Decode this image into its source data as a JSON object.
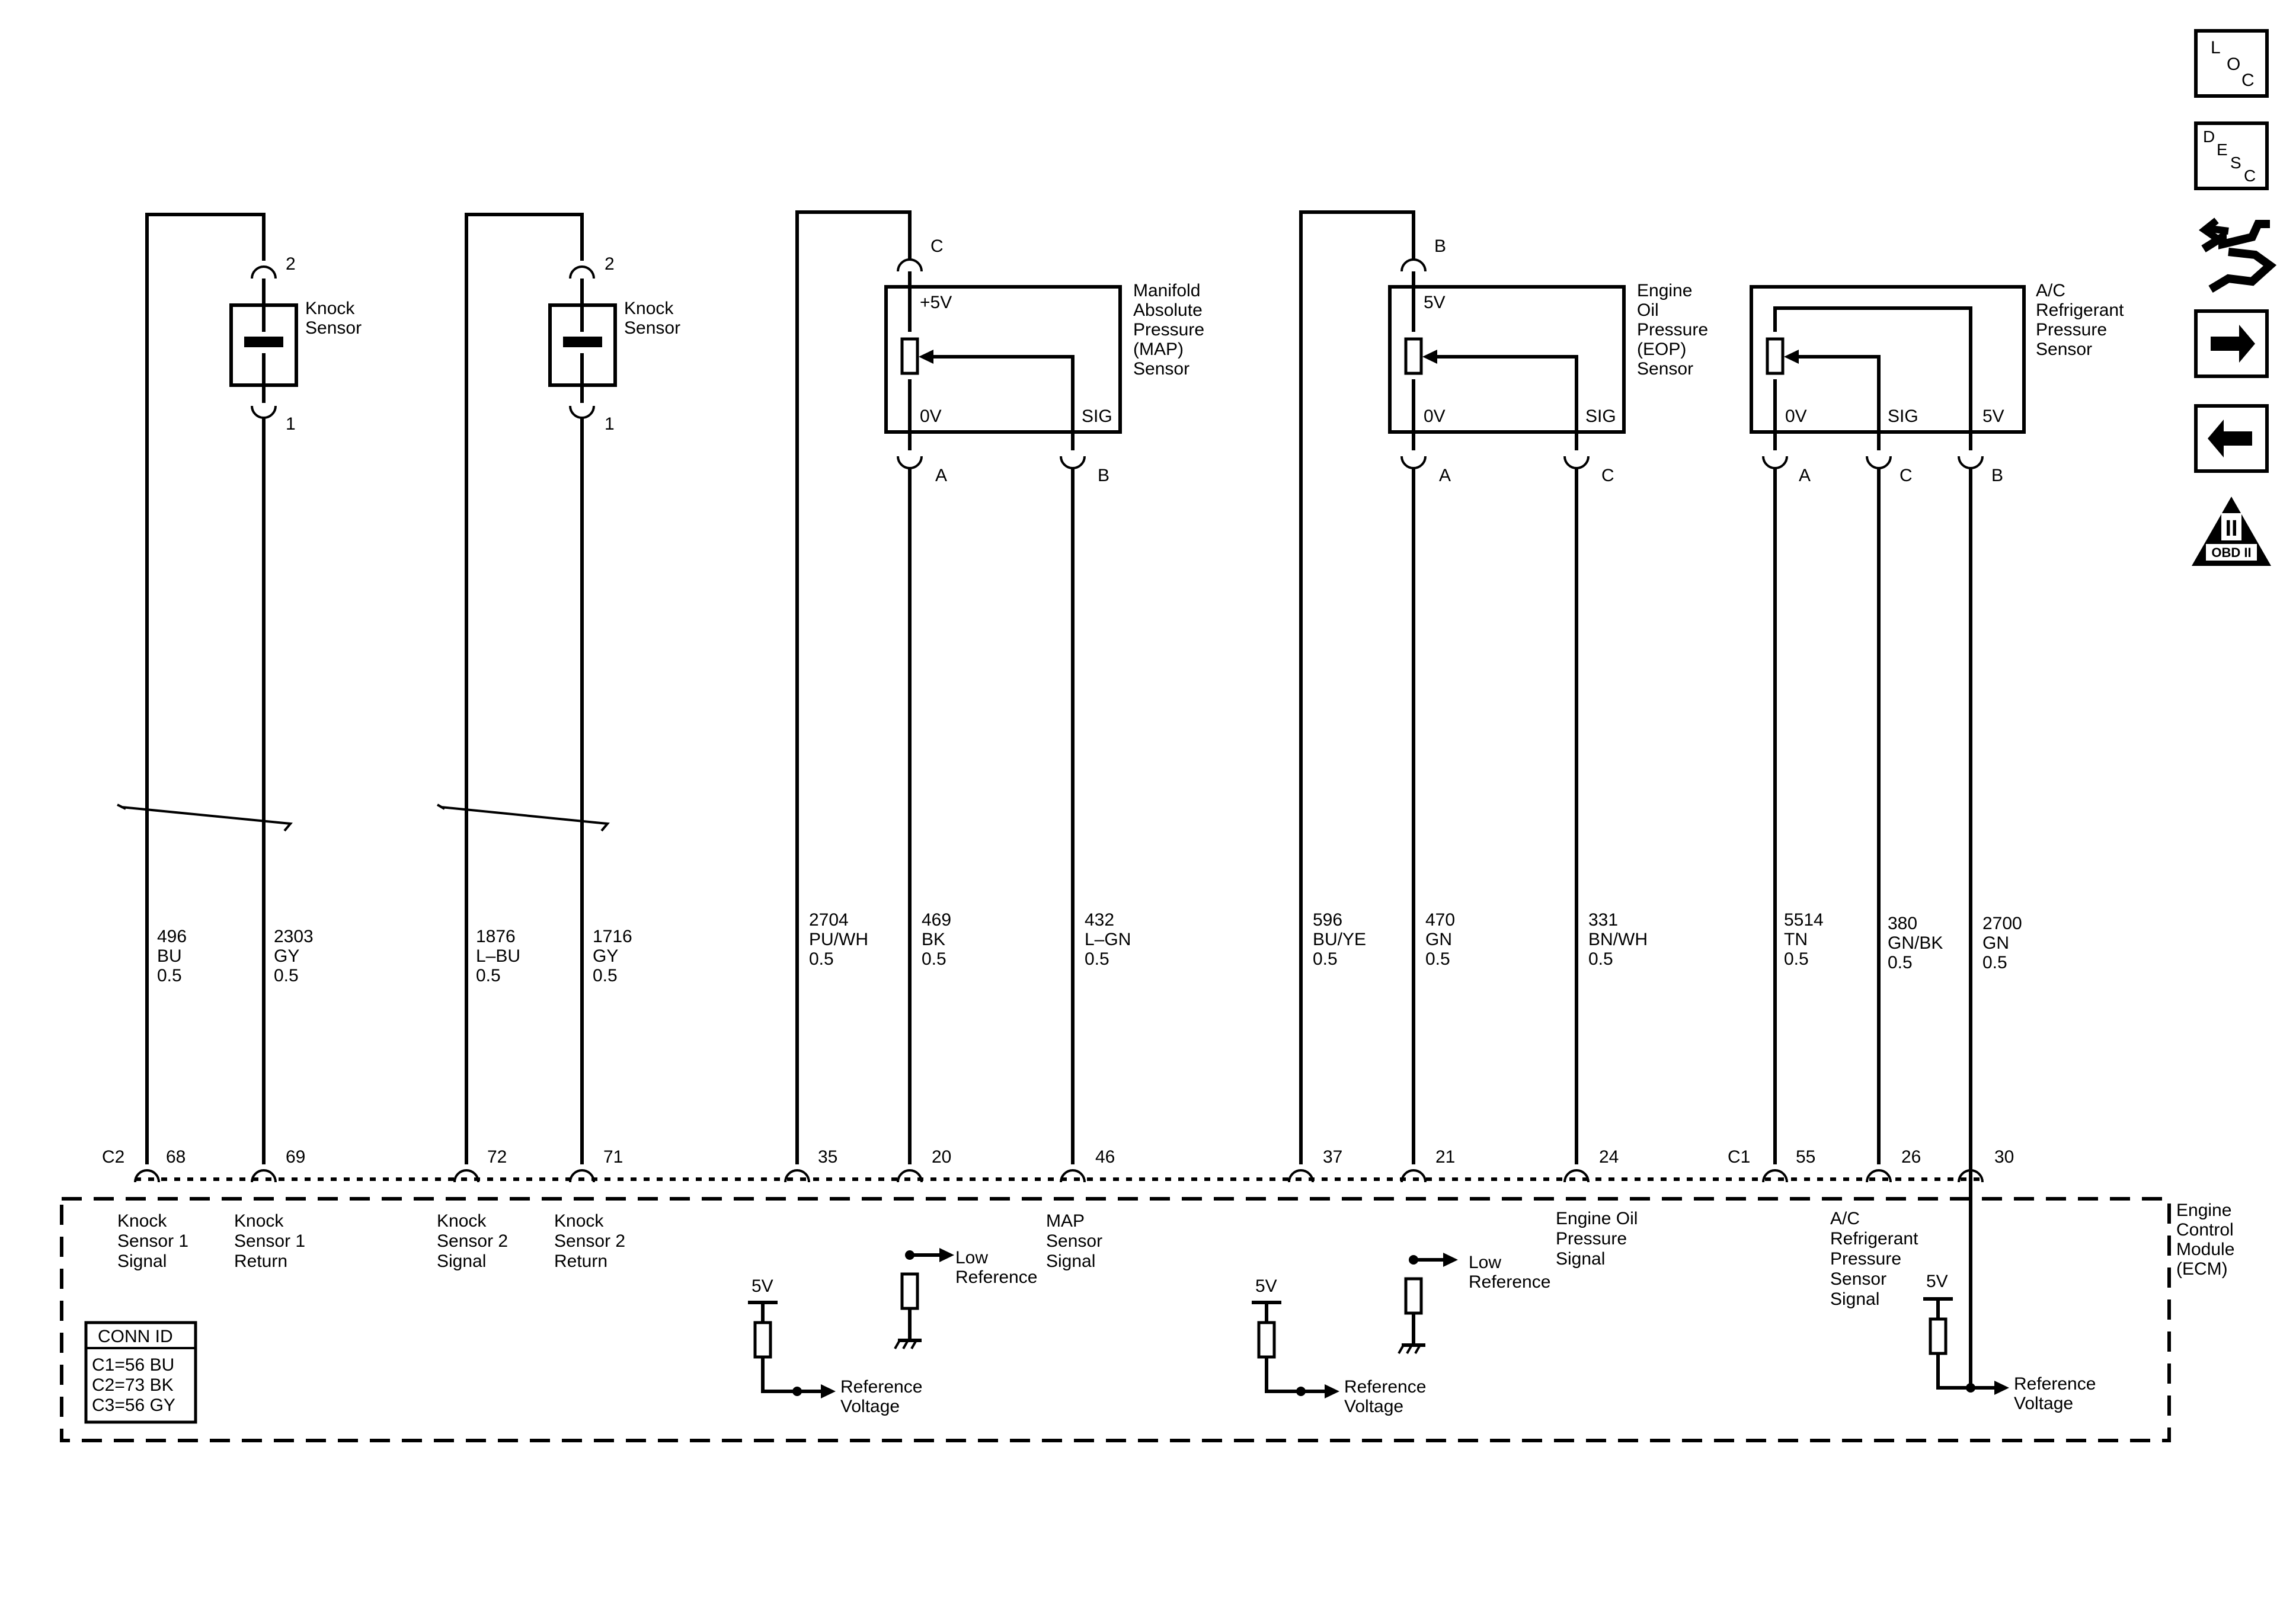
{
  "knock1": {
    "pin_top": "2",
    "pin_bot": "1",
    "label_l1": "Knock",
    "label_l2": "Sensor",
    "wireA": {
      "circuit": "496",
      "color": "BU",
      "gauge": "0.5"
    },
    "wireB": {
      "circuit": "2303",
      "color": "GY",
      "gauge": "0.5"
    }
  },
  "knock2": {
    "pin_top": "2",
    "pin_bot": "1",
    "label_l1": "Knock",
    "label_l2": "Sensor",
    "wireA": {
      "circuit": "1876",
      "color": "L–BU",
      "gauge": "0.5"
    },
    "wireB": {
      "circuit": "1716",
      "color": "GY",
      "gauge": "0.5"
    }
  },
  "map": {
    "name": [
      "Manifold",
      "Absolute",
      "Pressure",
      "(MAP)",
      "Sensor"
    ],
    "pin_top": "C",
    "pin_a": "A",
    "pin_b": "B",
    "v_label": "+5V",
    "zero_label": "0V",
    "sig_label": "SIG",
    "wire_ref": {
      "circuit": "2704",
      "color": "PU/WH",
      "gauge": "0.5"
    },
    "wire_low": {
      "circuit": "469",
      "color": "BK",
      "gauge": "0.5"
    },
    "wire_sig": {
      "circuit": "432",
      "color": "L–GN",
      "gauge": "0.5"
    }
  },
  "eop": {
    "name": [
      "Engine",
      "Oil",
      "Pressure",
      "(EOP)",
      "Sensor"
    ],
    "pin_top": "B",
    "pin_a": "A",
    "pin_c": "C",
    "v_label": "5V",
    "zero_label": "0V",
    "sig_label": "SIG",
    "wire_ref": {
      "circuit": "596",
      "color": "BU/YE",
      "gauge": "0.5"
    },
    "wire_low": {
      "circuit": "470",
      "color": "GN",
      "gauge": "0.5"
    },
    "wire_sig": {
      "circuit": "331",
      "color": "BN/WH",
      "gauge": "0.5"
    }
  },
  "ac": {
    "name": [
      "A/C",
      "Refrigerant",
      "Pressure",
      "Sensor"
    ],
    "pin_a": "A",
    "pin_c": "C",
    "pin_b": "B",
    "zero_label": "0V",
    "sig_label": "SIG",
    "v_label": "5V",
    "wire_low": {
      "circuit": "5514",
      "color": "TN",
      "gauge": "0.5"
    },
    "wire_sig": {
      "circuit": "380",
      "color": "GN/BK",
      "gauge": "0.5"
    },
    "wire_ref": {
      "circuit": "2700",
      "color": "GN",
      "gauge": "0.5"
    }
  },
  "ecm": {
    "name": [
      "Engine",
      "Control",
      "Module",
      "(ECM)"
    ],
    "connector_c2": "C2",
    "connector_c1": "C1",
    "pins": [
      "68",
      "69",
      "72",
      "71",
      "35",
      "20",
      "46",
      "37",
      "21",
      "24",
      "55",
      "26",
      "30"
    ],
    "labels": {
      "ks1_sig": [
        "Knock",
        "Sensor 1",
        "Signal"
      ],
      "ks1_ret": [
        "Knock",
        "Sensor 1",
        "Return"
      ],
      "ks2_sig": [
        "Knock",
        "Sensor 2",
        "Signal"
      ],
      "ks2_ret": [
        "Knock",
        "Sensor 2",
        "Return"
      ],
      "map_sig": [
        "MAP",
        "Sensor",
        "Signal"
      ],
      "eop_sig": [
        "Engine Oil",
        "Pressure",
        "Signal"
      ],
      "ac_sig": [
        "A/C",
        "Refrigerant",
        "Pressure",
        "Sensor",
        "Signal"
      ],
      "low_ref": [
        "Low",
        "Reference"
      ],
      "ref_v": [
        "Reference",
        "Voltage"
      ],
      "five_v": "5V"
    },
    "conn_id": {
      "title": "CONN ID",
      "rows": [
        "C1=56 BU",
        "C2=73 BK",
        "C3=56 GY"
      ]
    }
  },
  "nav": {
    "loc": [
      "L",
      "O",
      "C"
    ],
    "desc": [
      "D",
      "E",
      "S",
      "C"
    ],
    "obd": "OBD II",
    "obd_mark": "II"
  }
}
